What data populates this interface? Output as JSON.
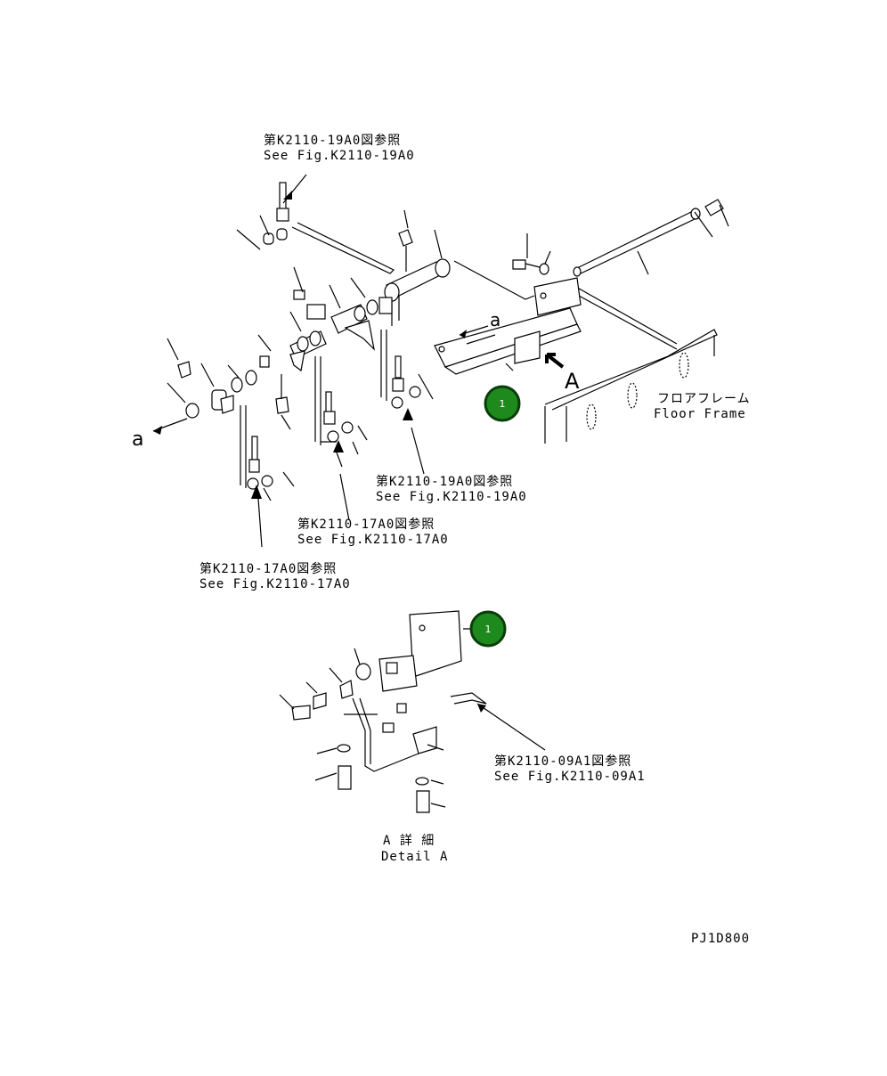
{
  "refs": {
    "ref_top": {
      "jp": "第K2110-19A0図参照",
      "en": "See Fig.K2110-19A0"
    },
    "ref_mid_right": {
      "jp": "第K2110-19A0図参照",
      "en": "See Fig.K2110-19A0"
    },
    "ref_mid": {
      "jp": "第K2110-17A0図参照",
      "en": "See Fig.K2110-17A0"
    },
    "ref_bottom_left": {
      "jp": "第K2110-17A0図参照",
      "en": "See Fig.K2110-17A0"
    },
    "ref_detail": {
      "jp": "第K2110-09A1図参照",
      "en": "See Fig.K2110-09A1"
    }
  },
  "floor_frame": {
    "jp": "フロアフレーム",
    "en": "Floor Frame"
  },
  "view_marks": {
    "a_upper": "a",
    "a_left": "a",
    "A": "A"
  },
  "detail": {
    "jp": "A 詳 細",
    "en": "Detail A"
  },
  "callouts": {
    "upper": "1",
    "lower": "1"
  },
  "drawing_code": "PJ1D800",
  "colors": {
    "callout_fill": "#1e8a1e",
    "callout_stroke": "#0a3d0a",
    "line": "#000000"
  }
}
